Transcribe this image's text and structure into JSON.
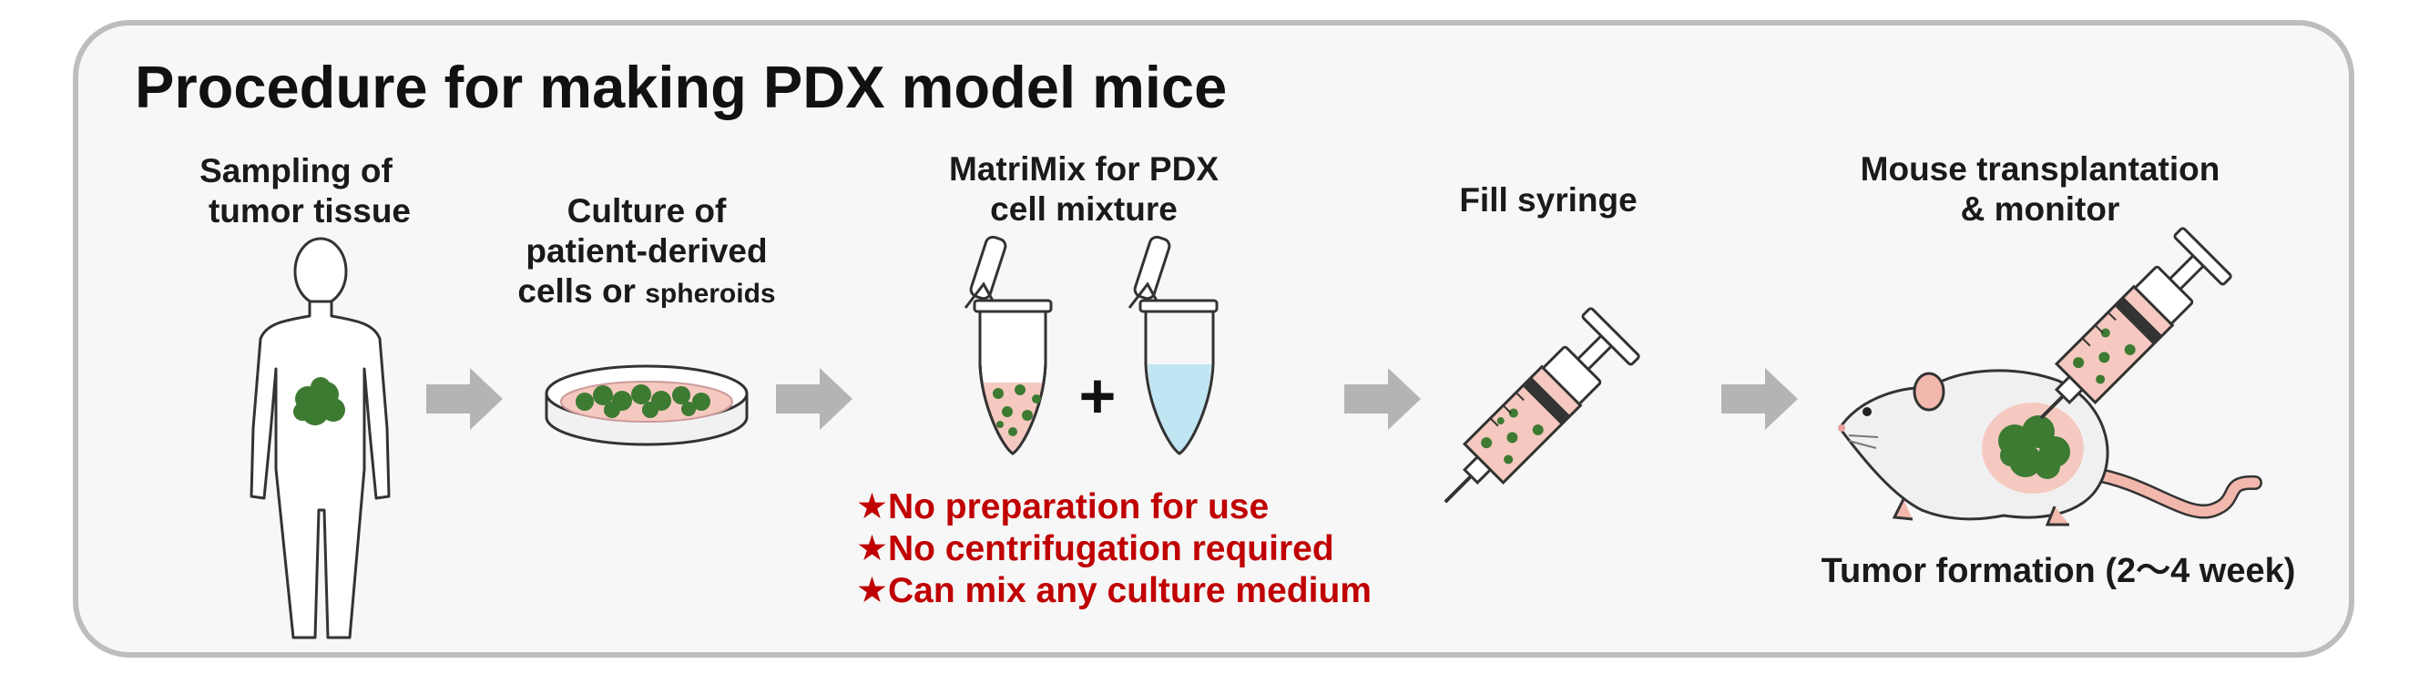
{
  "title": "Procedure for making PDX model mice",
  "steps": [
    {
      "line1": "Sampling of",
      "line2": "tumor tissue"
    },
    {
      "line1": "Culture of",
      "line2": "patient-derived",
      "line3a": "cells or ",
      "line3b": "spheroids"
    },
    {
      "line1": "MatriMix for PDX",
      "line2": "cell mixture"
    },
    {
      "line1": "Fill syringe"
    },
    {
      "line1": "Mouse transplantation",
      "line2": "& monitor"
    }
  ],
  "plus_sign": "+",
  "notes": [
    "★No preparation for use",
    "★No centrifugation required",
    "★Can mix any culture medium"
  ],
  "result": "Tumor formation (2～4 week)",
  "colors": {
    "accent_red": "#c00000",
    "tumor_green": "#3d7a32",
    "tissue_pink": "#f2b8ae",
    "arrow_gray": "#b4b4b4",
    "medium_blue": "#bfe6f2"
  }
}
